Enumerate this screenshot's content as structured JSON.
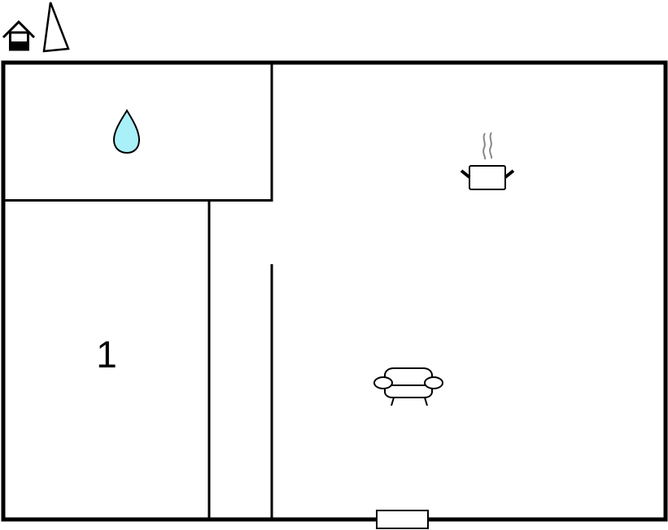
{
  "legend": {
    "icons": [
      {
        "name": "house-icon",
        "description": "house with partially filled base"
      },
      {
        "name": "north-arrow-icon",
        "description": "triangle compass pointer"
      }
    ]
  },
  "floorplan": {
    "outer_wall_color": "#000000",
    "rooms": [
      {
        "id": "bathroom",
        "icon": "water-drop-icon",
        "icon_color": "#aaf0f8"
      },
      {
        "id": "bedroom",
        "label": "1"
      },
      {
        "id": "hallway"
      },
      {
        "id": "living-kitchen",
        "icons": [
          "cooking-pot-icon",
          "armchair-icon"
        ]
      }
    ],
    "entrance": {
      "icon": "door-icon"
    }
  },
  "labels": {
    "bedroom_number": "1"
  },
  "colors": {
    "wall": "#000000",
    "background": "#ffffff",
    "water": "#aaf0f8",
    "steam": "#888888"
  }
}
